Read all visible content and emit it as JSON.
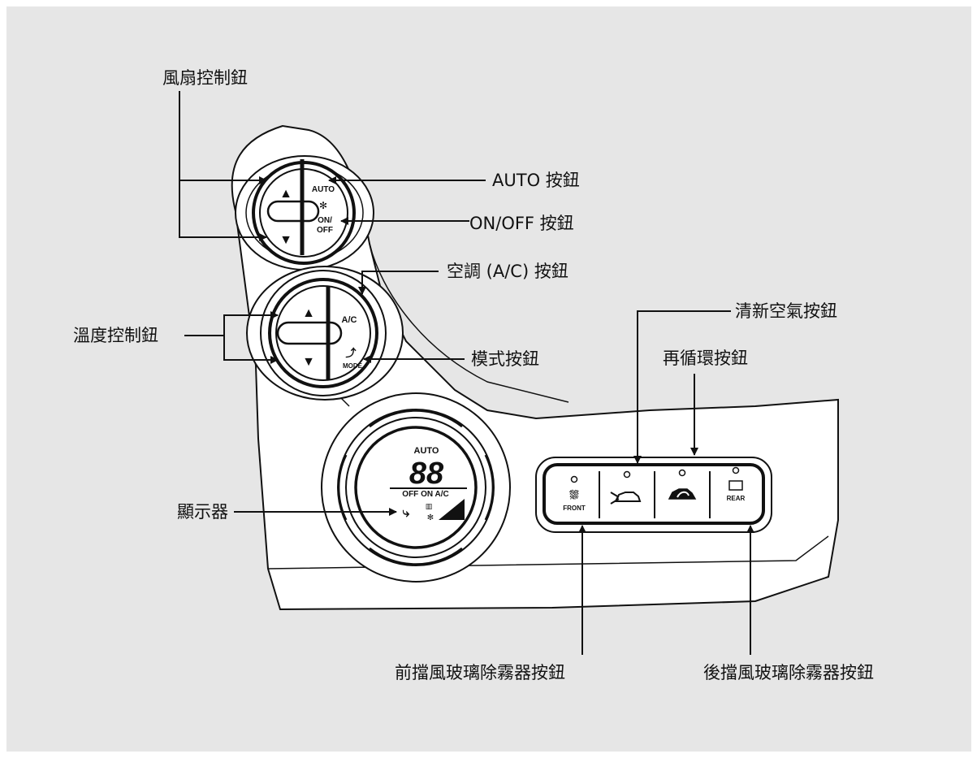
{
  "labels": {
    "fan_control": "風扇控制鈕",
    "auto_button": "AUTO  按鈕",
    "on_off_button": "ON/OFF  按鈕",
    "ac_button": "空調  (A/C)  按鈕",
    "temp_control": "溫度控制鈕",
    "mode_button": "模式按鈕",
    "fresh_air_button": "清新空氣按鈕",
    "recirc_button": "再循環按鈕",
    "display": "顯示器",
    "front_defrost": "前擋風玻璃除霧器按鈕",
    "rear_defrost": "後擋風玻璃除霧器按鈕"
  },
  "knob_text": {
    "auto": "AUTO",
    "on": "ON/",
    "off": "OFF",
    "ac": "A/C",
    "mode": "MODE",
    "up": "▲",
    "down": "▼"
  },
  "display_text": {
    "auto": "AUTO",
    "digits": "88",
    "off_on_ac": "OFF ON A/C"
  },
  "button_text": {
    "front": "FRONT",
    "rear": "REAR"
  },
  "colors": {
    "background": "#e6e6e6",
    "line": "#111111"
  }
}
